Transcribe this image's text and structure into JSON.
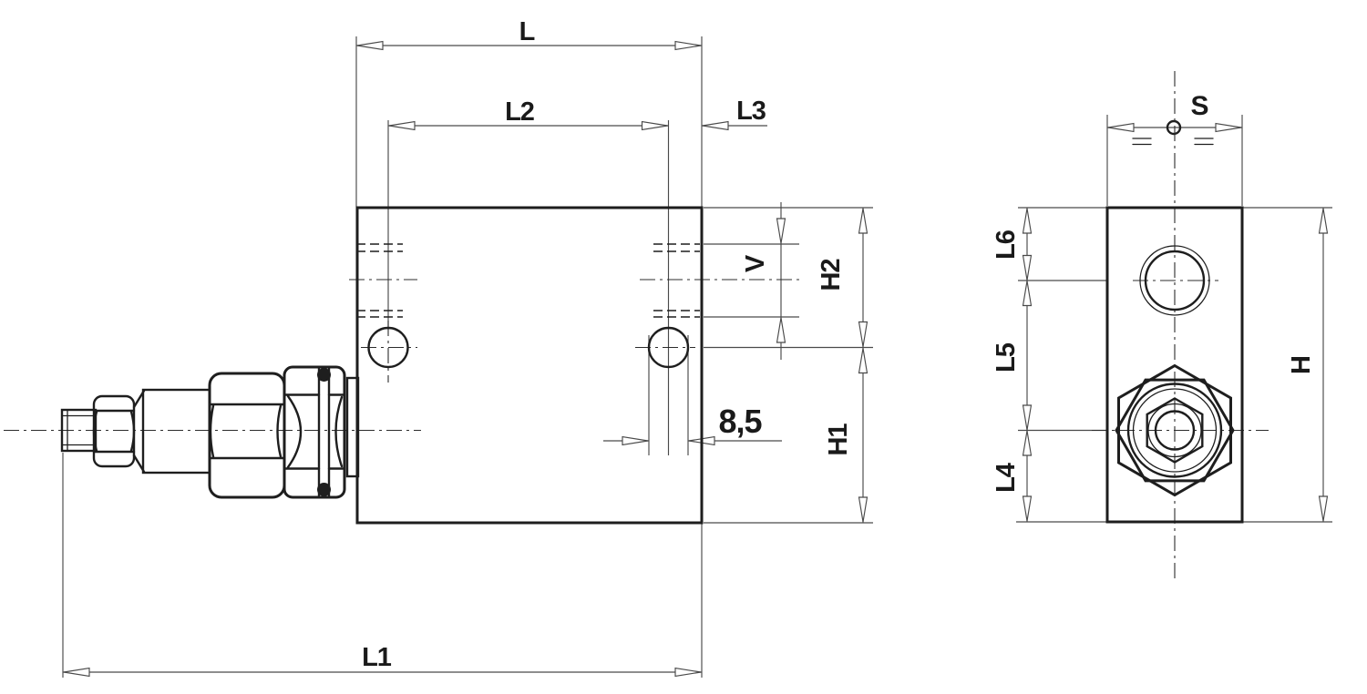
{
  "colors": {
    "line": "#1e1e1e",
    "dim": "#4a4a4a",
    "text": "#1a1a1a",
    "bg": "#ffffff"
  },
  "left_view": {
    "labels": {
      "L": "L",
      "L2": "L2",
      "L3": "L3",
      "L1": "L1",
      "hole_dia": "8,5",
      "V": "V",
      "H2": "H2",
      "H1": "H1"
    }
  },
  "right_view": {
    "labels": {
      "S": "S",
      "L6": "L6",
      "L5": "L5",
      "L4": "L4",
      "H": "H"
    }
  }
}
